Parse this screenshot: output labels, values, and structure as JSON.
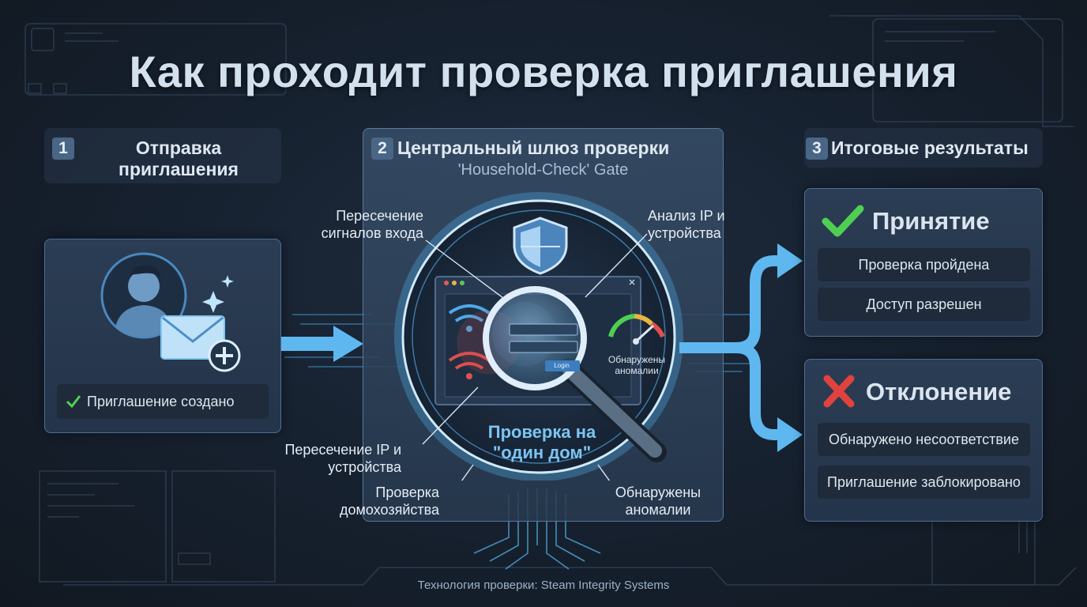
{
  "title": "Как проходит проверка приглашения",
  "step1": {
    "number": "1",
    "title": "Отправка приглашения",
    "status": "Приглашение создано",
    "icons": [
      "user-avatar-icon",
      "envelope-plus-icon",
      "sparkle-icon",
      "checkmark-icon"
    ]
  },
  "step2": {
    "number": "2",
    "title": "Центральный шлюз проверки",
    "subtitle": "'Household-Check' Gate",
    "labels": {
      "top_left": "Пересечение сигналов входа",
      "top_right": "Анализ IP и устройства",
      "mid_left": "Пересечение IP и устройства",
      "bottom_left": "Проверка домохозяйства",
      "bottom_right": "Обнаружены аномалии",
      "gauge": "Обнаружены аномалии",
      "center": "Проверка на \"один дом\"",
      "login_button": "Login"
    },
    "icons": [
      "shield-icon",
      "magnifier-icon",
      "wifi-icon",
      "gauge-icon",
      "browser-window-icon"
    ]
  },
  "step3": {
    "number": "3",
    "title": "Итоговые результаты",
    "accept": {
      "title": "Принятие",
      "items": [
        "Проверка пройдена",
        "Доступ разрешен"
      ],
      "icon": "check-icon"
    },
    "reject": {
      "title": "Отклонение",
      "items": [
        "Обнаружено несоответствие",
        "Приглашение заблокировано"
      ],
      "icon": "cross-icon"
    }
  },
  "footer": "Технология проверки: Steam Integrity Systems",
  "colors": {
    "accent": "#53b4f0",
    "success": "#4fcf52",
    "danger": "#e0423e",
    "panel": "#2a3b51"
  }
}
